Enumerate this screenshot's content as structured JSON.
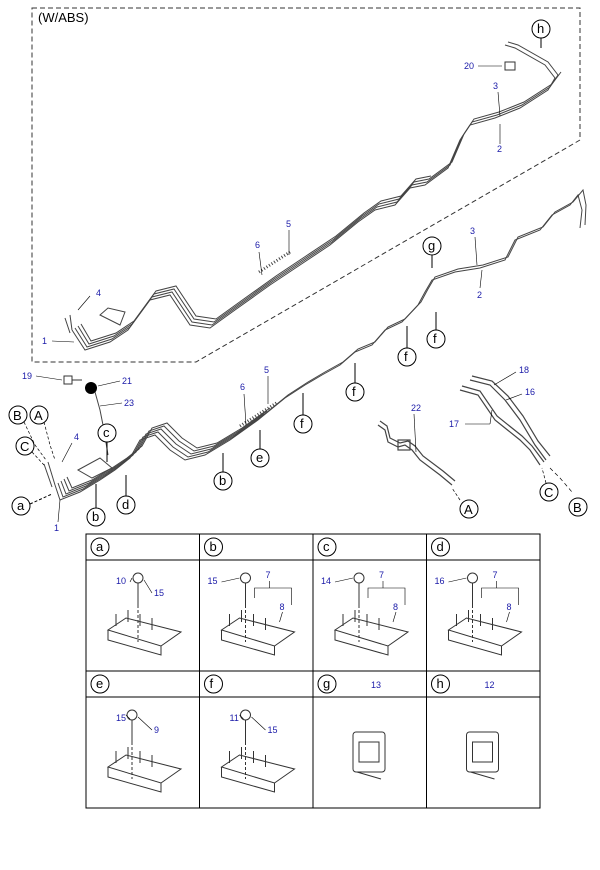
{
  "diagram": {
    "variant_label": "(W/ABS)",
    "callout_letters": {
      "h": "h",
      "g": "g",
      "c": "c",
      "e": "e",
      "b": "b",
      "d": "d",
      "a": "a",
      "A": "A",
      "B": "B",
      "C": "C",
      "f": "f"
    },
    "part_numbers": {
      "p1": "1",
      "p2": "2",
      "p3": "3",
      "p4": "4",
      "p5": "5",
      "p6": "6",
      "p7": "7",
      "p8": "8",
      "p9": "9",
      "p10": "10",
      "p11": "11",
      "p12": "12",
      "p13": "13",
      "p14": "14",
      "p15": "15",
      "p16": "16",
      "p17": "17",
      "p18": "18",
      "p19": "19",
      "p20": "20",
      "p21": "21",
      "p22": "22",
      "p23": "23"
    },
    "detail_table": [
      {
        "letter": "a",
        "parts": [
          "10",
          "15"
        ]
      },
      {
        "letter": "b",
        "parts": [
          "15",
          "7",
          "8"
        ]
      },
      {
        "letter": "c",
        "parts": [
          "14",
          "7",
          "8"
        ]
      },
      {
        "letter": "d",
        "parts": [
          "16",
          "7",
          "8"
        ]
      },
      {
        "letter": "e",
        "parts": [
          "15",
          "9"
        ]
      },
      {
        "letter": "f",
        "parts": [
          "11",
          "15"
        ]
      },
      {
        "letter": "g",
        "parts": [
          "13"
        ]
      },
      {
        "letter": "h",
        "parts": [
          "12"
        ]
      }
    ]
  }
}
